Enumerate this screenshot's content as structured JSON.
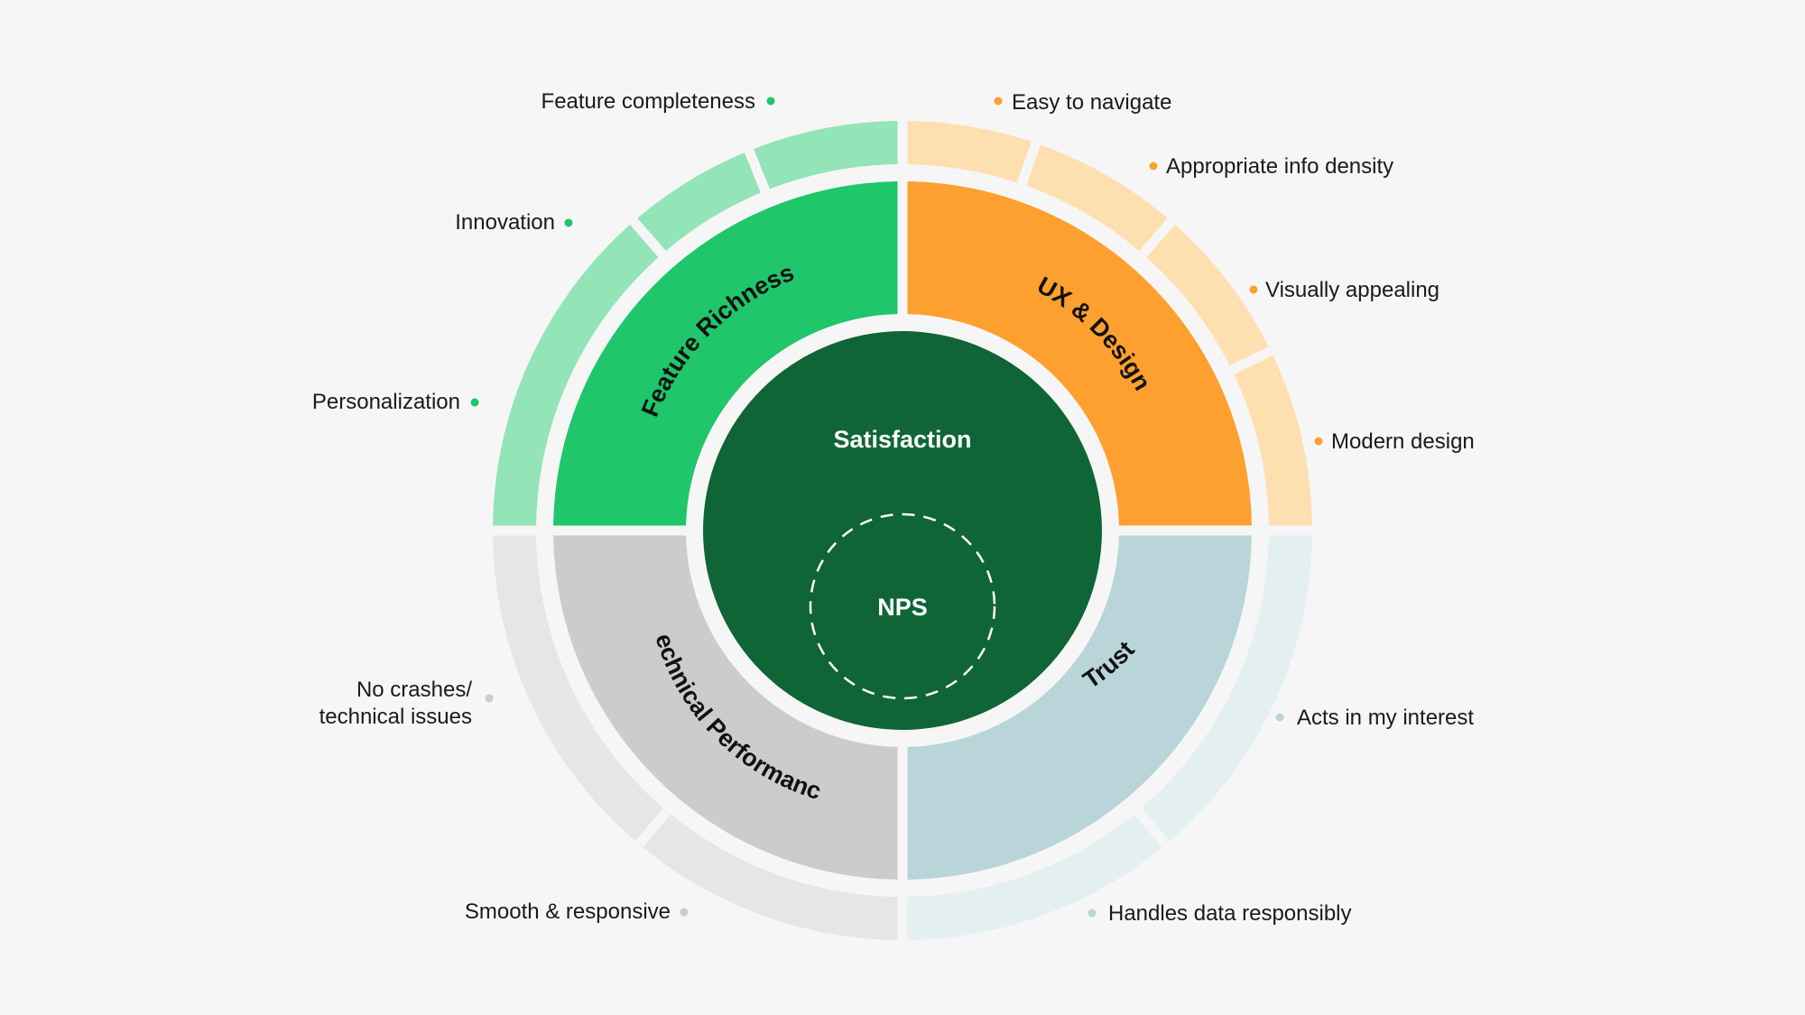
{
  "colors": {
    "background": "#f6f6f6",
    "center": "#0f6535",
    "green": "#1fc66a",
    "green_light": "#93e4b6",
    "orange": "#fda02f",
    "orange_light": "#fedfb0",
    "gray": "#cccccc",
    "gray_light": "#e6e6e6",
    "blue": "#b9d5da",
    "blue_light": "#e3eff1"
  },
  "center": {
    "title": "Satisfaction",
    "subtitle": "NPS"
  },
  "segments": {
    "feature": {
      "label": "Feature Richness",
      "items": [
        "Feature completeness",
        "Innovation",
        "Personalization"
      ]
    },
    "ux": {
      "label": "UX & Design",
      "items": [
        "Easy to navigate",
        "Appropriate info density",
        "Visually appealing",
        "Modern design"
      ]
    },
    "trust": {
      "label": "Trust",
      "items": [
        "Acts in my interest",
        "Handles data responsibly"
      ]
    },
    "tech": {
      "label": "Technical Performance",
      "items": [
        "No crashes/",
        "technical issues",
        "Smooth & responsive"
      ]
    }
  }
}
